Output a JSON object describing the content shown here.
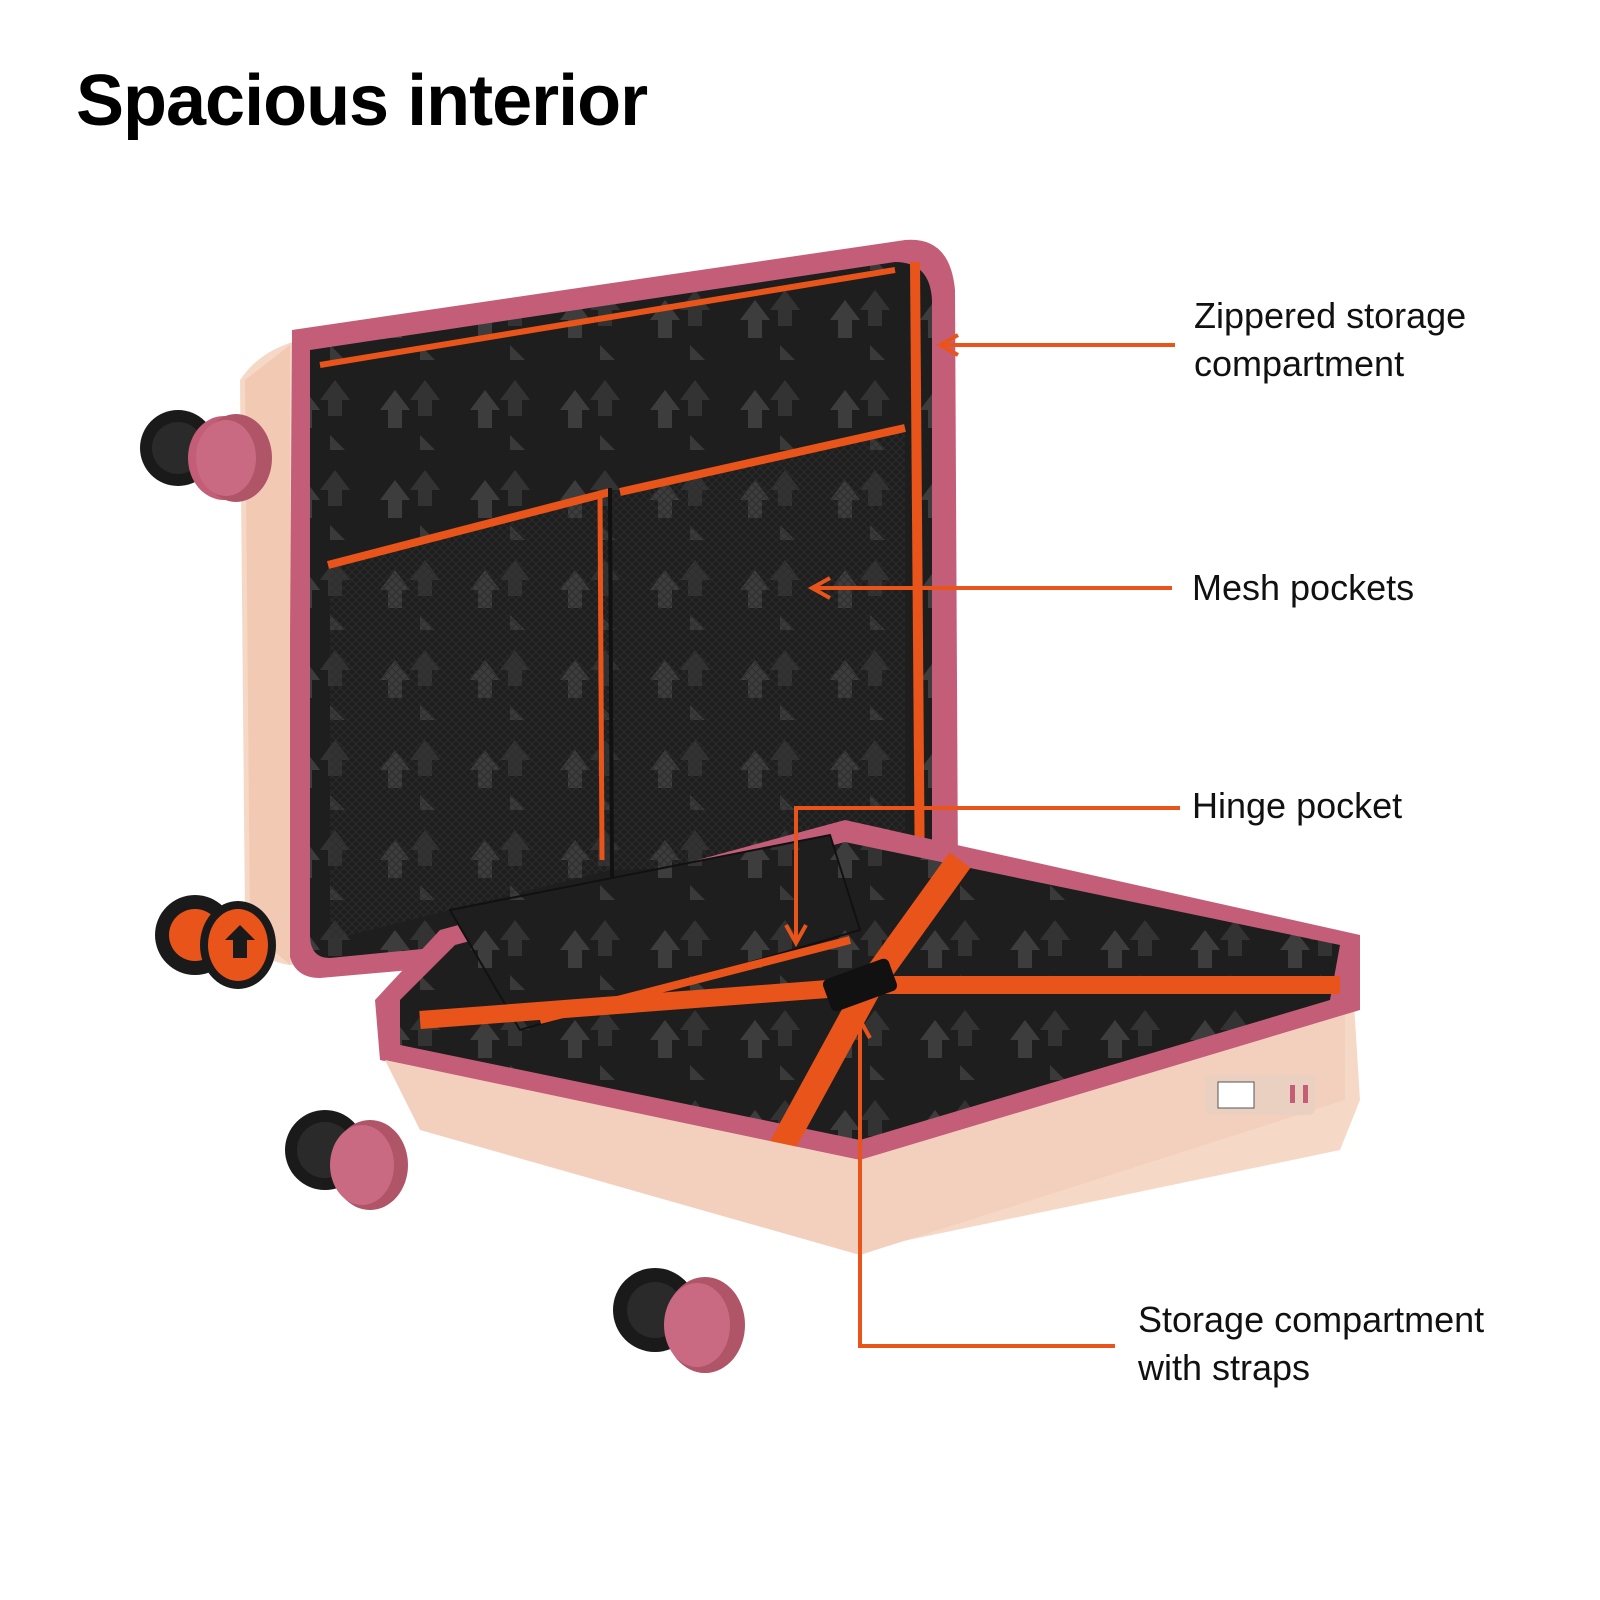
{
  "title": "Spacious interior",
  "callouts": [
    {
      "line1": "Zippered storage",
      "line2": "compartment"
    },
    {
      "line1": "Mesh pockets"
    },
    {
      "line1": "Hinge pocket"
    },
    {
      "line1": "Storage compartment",
      "line2": "with straps"
    }
  ],
  "colors": {
    "accent": "#e8541a",
    "shell": "#f6d4c2",
    "rim": "#c45e78",
    "lining": "#1e1e1e"
  }
}
